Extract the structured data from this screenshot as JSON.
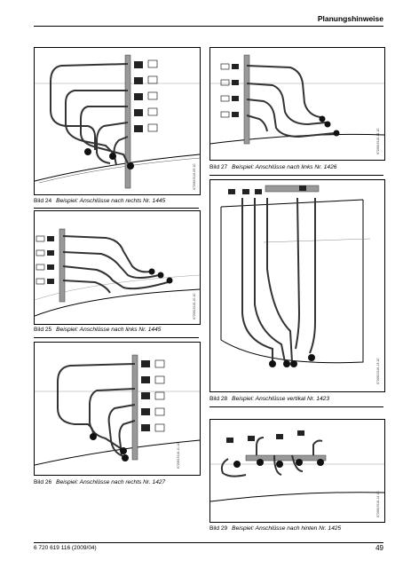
{
  "header": {
    "title": "Planungshinweise"
  },
  "figures": [
    {
      "id": "fig24",
      "number": "Bild 24",
      "caption": "Beispiel: Anschlüsse nach rechts Nr. 1445",
      "code": "6720619116-09.1C"
    },
    {
      "id": "fig25",
      "number": "Bild 25",
      "caption": "Beispiel: Anschlüsse nach links Nr. 1445",
      "code": "6720619116-10.1C"
    },
    {
      "id": "fig26",
      "number": "Bild 26",
      "caption": "Beispiel: Anschlüsse nach rechts Nr. 1427",
      "code": "6720619116-11.1C"
    },
    {
      "id": "fig27",
      "number": "Bild 27",
      "caption": "Beispiel: Anschlüsse nach links Nr. 1426",
      "code": "6720619116-12.1C"
    },
    {
      "id": "fig28",
      "number": "Bild 28",
      "caption": "Beispiel: Anschlüsse vertikal Nr. 1423",
      "code": "6720619116-13.1C"
    },
    {
      "id": "fig29",
      "number": "Bild 29",
      "caption": "Beispiel: Anschlüsse nach hinten Nr. 1425",
      "code": "6720619116-14.1C"
    }
  ],
  "footer": {
    "doc_ref": "6 720 619 116 (2009/04)",
    "page": "49"
  }
}
